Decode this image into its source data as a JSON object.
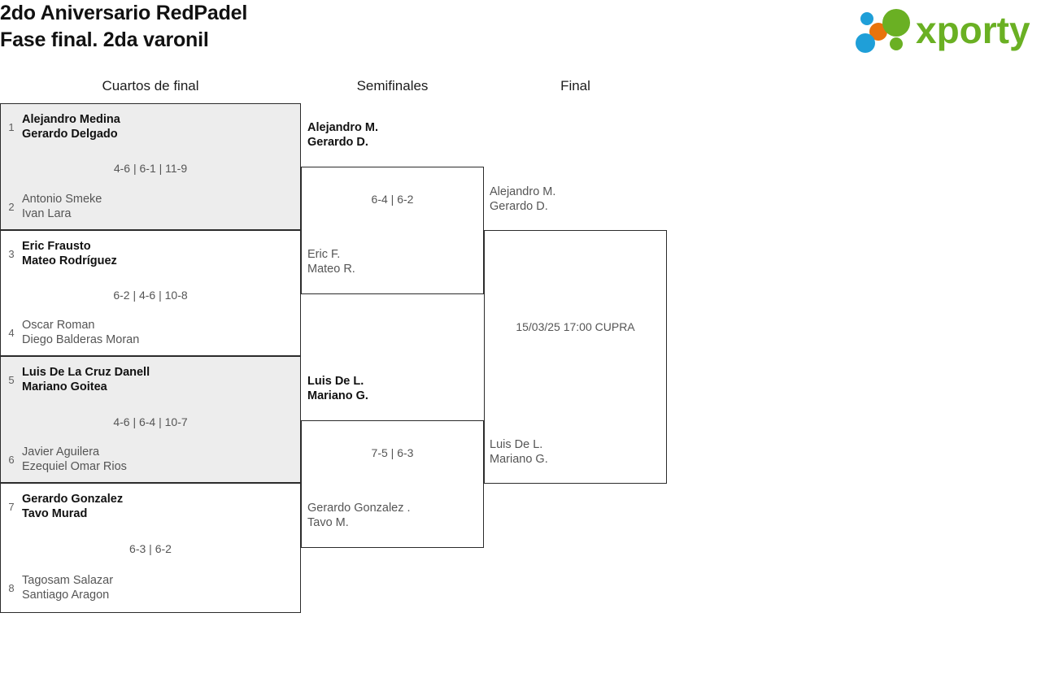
{
  "header": {
    "title_line1": "2do Aniversario RedPadel",
    "title_line2": "Fase final. 2da varonil",
    "logo_text": "xporty",
    "logo_colors": {
      "green": "#6ab023",
      "blue": "#1f9fd8",
      "orange": "#e8730c"
    }
  },
  "rounds": {
    "quarterfinals_label": "Cuartos de final",
    "semifinals_label": "Semifinales",
    "final_label": "Final"
  },
  "quarterfinals": [
    {
      "seed_top": "1",
      "team_top": "Alejandro Medina\nGerardo Delgado",
      "score": "4-6 | 6-1 | 11-9",
      "seed_bottom": "2",
      "team_bottom": "Antonio Smeke\nIvan Lara",
      "winner": "top",
      "shaded": true
    },
    {
      "seed_top": "3",
      "team_top": "Eric Frausto\nMateo Rodríguez",
      "score": "6-2 | 4-6 | 10-8",
      "seed_bottom": "4",
      "team_bottom": "Oscar Roman\nDiego Balderas Moran",
      "winner": "top",
      "shaded": false
    },
    {
      "seed_top": "5",
      "team_top": "Luis De La Cruz Danell\nMariano Goitea",
      "score": "4-6 | 6-4 | 10-7",
      "seed_bottom": "6",
      "team_bottom": "Javier Aguilera\nEzequiel Omar Rios",
      "winner": "top",
      "shaded": true
    },
    {
      "seed_top": "7",
      "team_top": "Gerardo Gonzalez\nTavo Murad",
      "score": "6-3 | 6-2",
      "seed_bottom": "8",
      "team_bottom": "Tagosam Salazar\nSantiago Aragon",
      "winner": "top",
      "shaded": false
    }
  ],
  "semifinals": [
    {
      "team_top": "Alejandro M.\nGerardo D.",
      "score": "6-4 | 6-2",
      "team_bottom": "Eric F.\nMateo R.",
      "winner": "top"
    },
    {
      "team_top": "Luis De L.\nMariano G.",
      "score": "7-5 | 6-3",
      "team_bottom": "Gerardo Gonzalez .\nTavo M.",
      "winner": "top"
    }
  ],
  "final": {
    "team_top": "Alejandro M.\nGerardo D.",
    "schedule": "15/03/25 17:00 CUPRA",
    "team_bottom": "Luis De L.\nMariano G."
  }
}
